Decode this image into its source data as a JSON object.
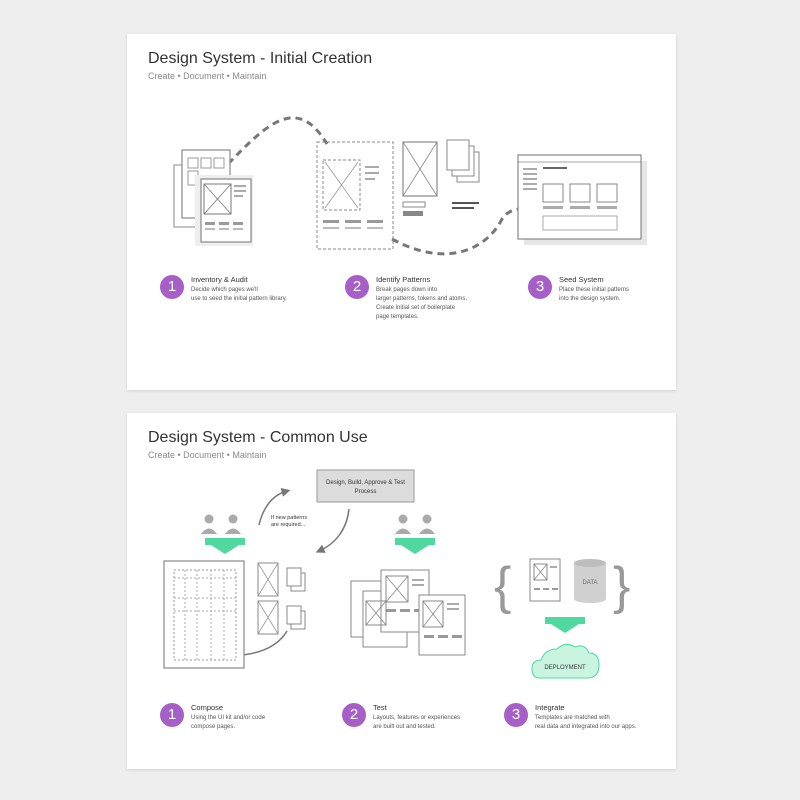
{
  "slides": [
    {
      "title": "Design System - Initial Creation",
      "subtitle": "Create • Document • Maintain",
      "steps": [
        {
          "number": "1",
          "title": "Inventory & Audit",
          "description": [
            "Decide which pages we'll",
            "use to seed the initial pattern library."
          ]
        },
        {
          "number": "2",
          "title": "Identify Patterns",
          "description": [
            "Break pages down into",
            "larger patterns, tokens and atoms.",
            "Create initial set of boilerplate",
            "page templates."
          ]
        },
        {
          "number": "3",
          "title": "Seed System",
          "description": [
            "Place these initial patterns",
            "into the design system."
          ]
        }
      ]
    },
    {
      "title": "Design System - Common Use",
      "subtitle": "Create • Document • Maintain",
      "process_box": [
        "Design, Build, Approve & Test",
        "Process"
      ],
      "condition_note": [
        "If new patterns",
        "are required..."
      ],
      "data_label": "DATA",
      "deployment_label": "DEPLOYMENT",
      "steps": [
        {
          "number": "1",
          "title": "Compose",
          "description": [
            "Using the UI kit and/or code",
            "compose pages."
          ]
        },
        {
          "number": "2",
          "title": "Test",
          "description": [
            "Layouts, features or experiences",
            "are built out and tested."
          ]
        },
        {
          "number": "3",
          "title": "Integrate",
          "description": [
            "Templates are matched with",
            "real data and integrated into our apps."
          ]
        }
      ]
    }
  ],
  "colors": {
    "step_badge": "#a65fc7",
    "arrow_green": "#4fd9a0",
    "cloud_fill": "#c9f5e0",
    "line_gray": "#777777"
  }
}
